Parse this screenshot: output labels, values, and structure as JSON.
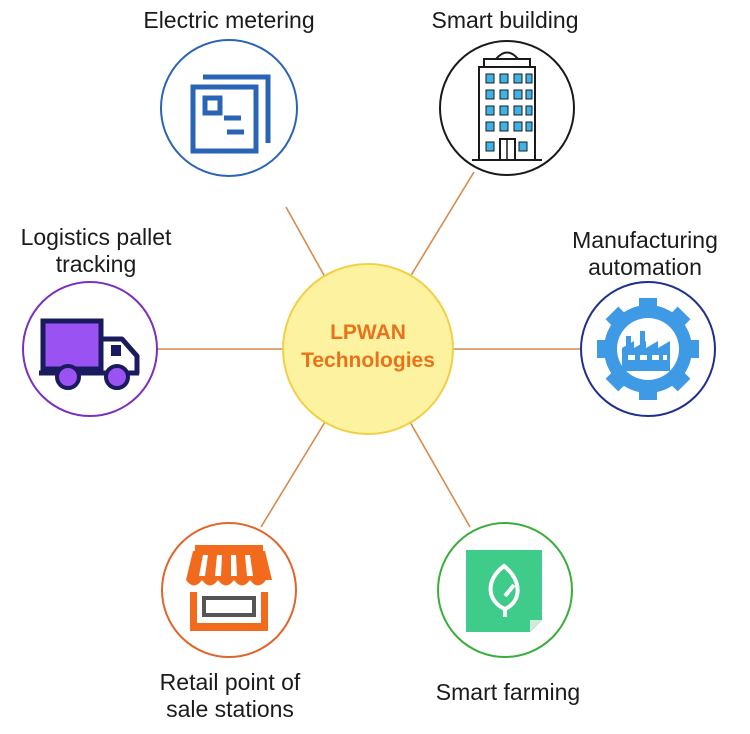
{
  "hub": {
    "line1": "LPWAN",
    "line2": "Technologies",
    "fill": "#fdf2a0",
    "border": "#f2d046",
    "text_color": "#e8731c"
  },
  "connector_color": "#d98a4a",
  "nodes": [
    {
      "id": "electric-metering",
      "label_lines": [
        "Electric metering"
      ],
      "icon": "meter-document-icon",
      "ring_color": "#2a64b5"
    },
    {
      "id": "smart-building",
      "label_lines": [
        "Smart building"
      ],
      "icon": "building-icon",
      "ring_color": "#1a1a1a"
    },
    {
      "id": "manufacturing-automation",
      "label_lines": [
        "Manufacturing",
        "automation"
      ],
      "icon": "factory-gear-icon",
      "ring_color": "#1f2f8f"
    },
    {
      "id": "smart-farming",
      "label_lines": [
        "Smart farming"
      ],
      "icon": "leaf-icon",
      "ring_color": "#3aae3a"
    },
    {
      "id": "retail-pos",
      "label_lines": [
        "Retail point of",
        "sale stations"
      ],
      "icon": "storefront-icon",
      "ring_color": "#e0652a"
    },
    {
      "id": "logistics-pallet",
      "label_lines": [
        "Logistics pallet",
        "tracking"
      ],
      "icon": "truck-icon",
      "ring_color": "#7b2fbf"
    }
  ]
}
